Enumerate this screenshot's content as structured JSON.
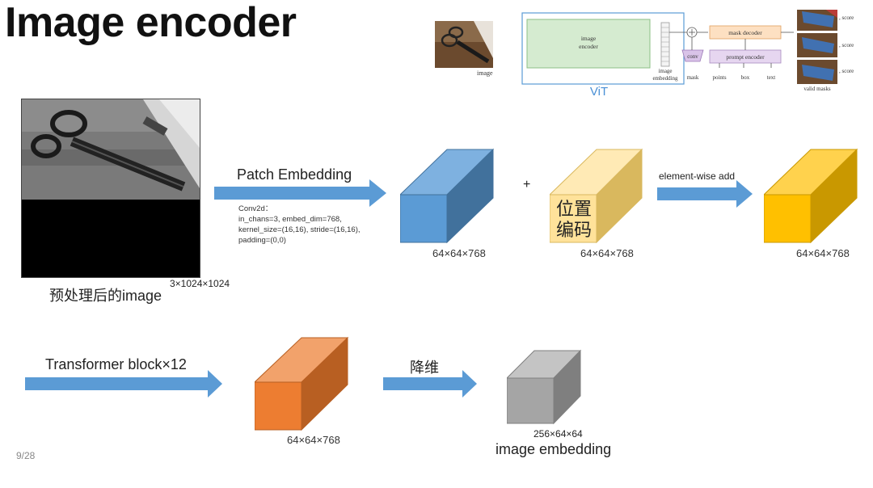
{
  "title": "Image encoder",
  "sam": {
    "image_label": "image",
    "encoder_label_1": "image",
    "encoder_label_2": "encoder",
    "embedding_label_1": "image",
    "embedding_label_2": "embedding",
    "vit_label": "ViT",
    "conv_label": "conv",
    "mask_label": "mask",
    "points_label": "points",
    "box_label": "box",
    "text_label": "text",
    "mask_decoder_label": "mask decoder",
    "prompt_encoder_label": "prompt encoder",
    "score_labels": [
      ", score",
      ", score",
      ", score"
    ],
    "valid_masks_label": "valid masks"
  },
  "input_image": {
    "caption": "预处理后的image",
    "shape": "3×1024×1024"
  },
  "patch_embedding": {
    "label": "Patch Embedding",
    "conv_params": "Conv2d：\nin_chans=3, embed_dim=768,\nkernel_size=(16,16), stride=(16,16),\npadding=(0,0)"
  },
  "tensors": {
    "blue_shape": "64×64×768",
    "pos_shape": "64×64×768",
    "pos_label": "位置\n编码",
    "sum_shape": "64×64×768",
    "transformer_shape": "64×64×768",
    "embedding_shape": "256×64×64",
    "embedding_label": "image embedding"
  },
  "ops": {
    "plus": "+",
    "add_label": "element-wise add",
    "transformer_label": "Transformer block×12",
    "reduce_label": "降维"
  },
  "colors": {
    "blue_front": "#5b9bd5",
    "blue_top": "#7eb1e0",
    "blue_side": "#41719c",
    "pos_front": "#ffe29a",
    "pos_top": "#ffeab5",
    "pos_side": "#d9b85e",
    "gold_front": "#ffc000",
    "gold_top": "#ffd24d",
    "gold_side": "#c99800",
    "orange_front": "#ed7d31",
    "orange_top": "#f2a26b",
    "orange_side": "#b85f22",
    "gray_front": "#a5a5a5",
    "gray_top": "#c4c4c4",
    "gray_side": "#7f7f7f",
    "arrow": "#5b9bd5"
  },
  "page_number": "9/28"
}
